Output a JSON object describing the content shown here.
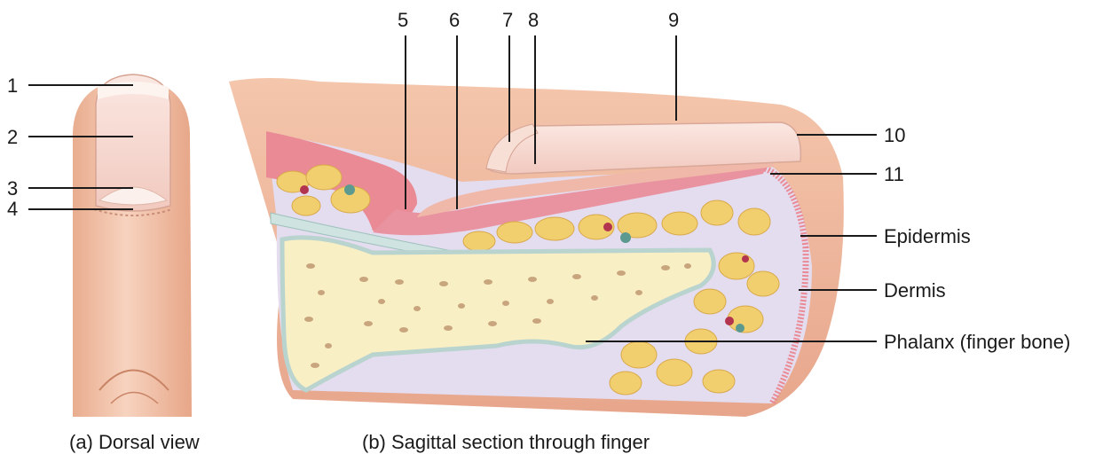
{
  "dorsal": {
    "labels": [
      "1",
      "2",
      "3",
      "4"
    ],
    "caption": "(a) Dorsal view"
  },
  "sagittal": {
    "top_labels": [
      "5",
      "6",
      "7",
      "8",
      "9"
    ],
    "right_labels": [
      "10",
      "11",
      "Epidermis",
      "Dermis",
      "Phalanx (finger bone)"
    ],
    "caption": "(b) Sagittal section through finger"
  },
  "colors": {
    "skin": "#f2c4a8",
    "skin_dark": "#d9957a",
    "nail": "#f6dad0",
    "epidermis": "#e98a95",
    "dermis": "#e4dcef",
    "fat": "#f2cf6e",
    "bone": "#f8efc4",
    "bone_edge": "#b9d3cf",
    "bone_spot": "#c9a57e"
  }
}
